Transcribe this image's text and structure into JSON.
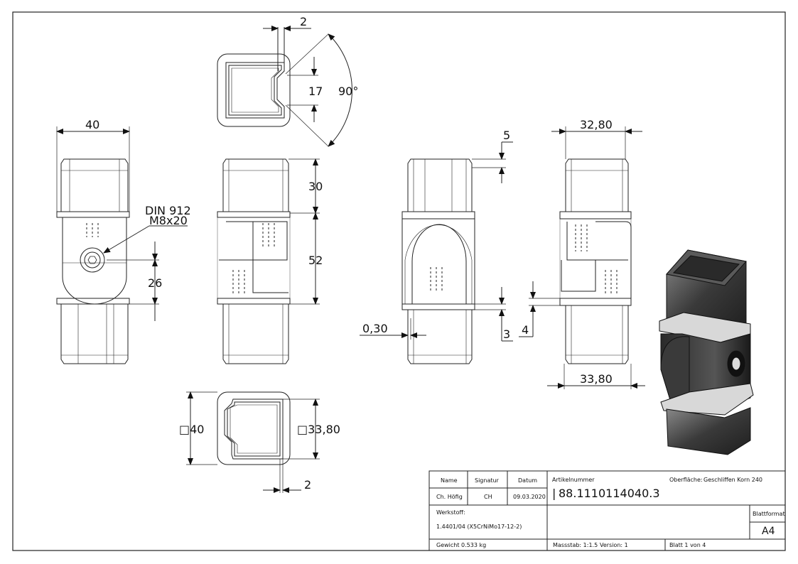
{
  "views": {
    "top": {
      "dim_wall": "2",
      "dim_gap": "17",
      "dim_angle": "90°"
    },
    "left": {
      "dim_width": "40",
      "screw_line1": "DIN 912",
      "screw_line2": "M8x20",
      "dim_axis": "26"
    },
    "front": {
      "dim_top": "30",
      "dim_mid": "52"
    },
    "side": {
      "dim_top": "5",
      "dim_bottom": "3",
      "dim_offset": "0,30"
    },
    "right": {
      "dim_top": "32,80",
      "dim_bottom": "33,80",
      "dim_small": "4"
    },
    "bottom": {
      "dim_outer": "□40",
      "dim_inner": "□33,80",
      "dim_wall": "2"
    }
  },
  "title_block": {
    "col_name": "Name",
    "col_signature": "Signatur",
    "col_date": "Datum",
    "name": "Ch. Höfig",
    "signature": "CH",
    "date": "09.03.2020",
    "article_label": "Artikelnummer",
    "article_number": "88.1110114040.3",
    "surface_label": "Oberfläche:",
    "surface_value": "Geschliffen Korn 240",
    "material_label": "Werkstoff:",
    "material_value": "1.4401/04 (X5CrNiMo17-12-2)",
    "sheet_format_label": "Blattformat",
    "sheet_format": "A4",
    "weight": "Gewicht 0.533 kg",
    "scale": "Massstab: 1:1.5",
    "version": "Version: 1",
    "sheet_count": "Blatt 1 von 4"
  }
}
